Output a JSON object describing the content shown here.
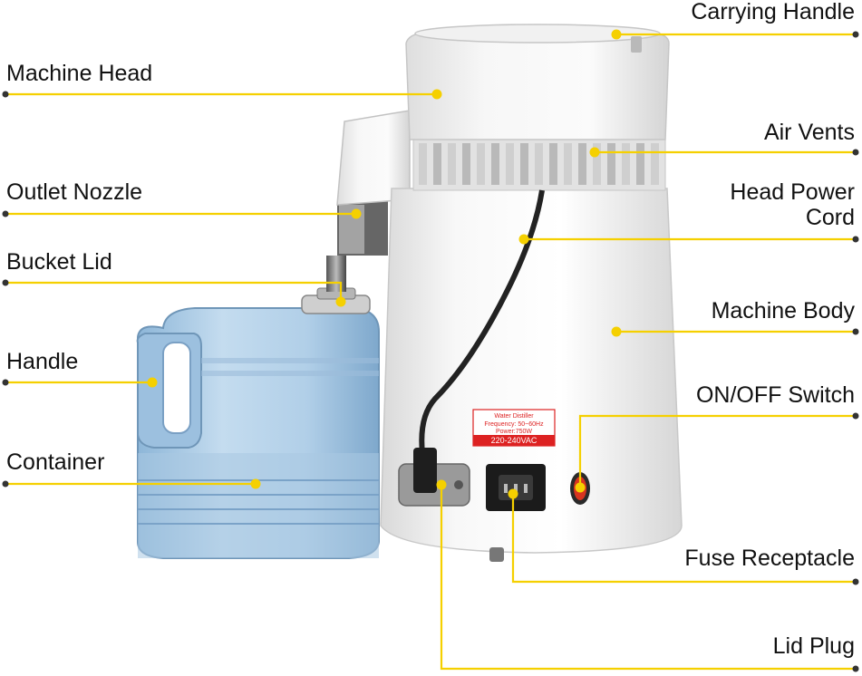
{
  "colors": {
    "leader": "#f5d000",
    "dot": "#f5d000",
    "end_dot": "#333333",
    "label_text": "#111111"
  },
  "labels": {
    "carrying_handle": "Carrying Handle",
    "machine_head": "Machine Head",
    "air_vents": "Air Vents",
    "outlet_nozzle": "Outlet Nozzle",
    "head_power_cord_line1": "Head Power",
    "head_power_cord_line2": "Cord",
    "bucket_lid": "Bucket Lid",
    "machine_body": "Machine Body",
    "handle": "Handle",
    "on_off_switch": "ON/OFF Switch",
    "container": "Container",
    "fuse_receptacle": "Fuse Receptacle",
    "lid_plug": "Lid Plug"
  },
  "device_plate": {
    "title": "Water Distiller",
    "frequency": "Frequency: 50~60Hz",
    "power": "Power:750W",
    "voltage": "220-240VAC"
  }
}
